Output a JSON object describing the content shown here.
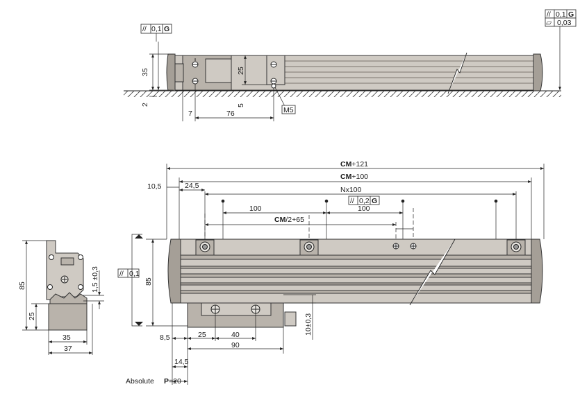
{
  "top_view": {
    "parallel_left": {
      "symbol": "//",
      "value": "0,1",
      "datum": "G"
    },
    "parallel_right": {
      "symbol": "//",
      "value": "0,1",
      "datum": "G"
    },
    "flatness_right": {
      "symbol": "▱",
      "value": "0,03"
    },
    "dims": {
      "height_35": "35",
      "gap_2": "2",
      "height_25": "25",
      "gap_5": "5",
      "dist_7": "7",
      "dist_76": "76",
      "thread": "M5"
    }
  },
  "front_view": {
    "dims": {
      "cm121_bold": "CM",
      "cm121_suffix": "+121",
      "cm100_bold": "CM",
      "cm100_suffix": "+100",
      "nx100": "Nx100",
      "d10_5": "10,5",
      "d24_5": "24,5",
      "d100_left": "100",
      "d100_right": "100",
      "cm2_bold": "CM",
      "cm2_suffix": "/2+65",
      "height_85": "85",
      "d10_03": "10±0,3",
      "d8_5": "8,5",
      "d25": "25",
      "d40": "40",
      "d90": "90",
      "d14_5": "14,5"
    },
    "parallel_mid": {
      "symbol": "//",
      "value": "0,2",
      "datum": "G"
    },
    "parallel_left": {
      "symbol": "//",
      "value": "0,1"
    },
    "absolute_label": "Absolute",
    "pitch_bold": "P",
    "pitch_suffix": "=20"
  },
  "side_view": {
    "dims": {
      "height_85": "85",
      "height_25": "25",
      "d1_5": "1,5 ±0,3",
      "width_35": "35",
      "width_37": "37"
    }
  },
  "colors": {
    "body": "#cfcac3",
    "shade": "#b9b3ab",
    "edge": "#a59f97",
    "line": "#222222"
  }
}
